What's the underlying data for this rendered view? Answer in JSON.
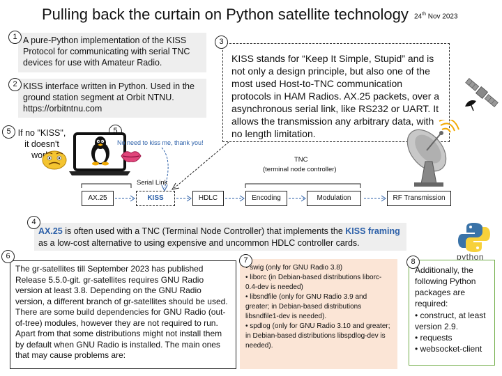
{
  "title": "Pulling back the curtain on Python satellite technology",
  "date": {
    "day": "24",
    "suffix": "th",
    "rest": " Nov 2023"
  },
  "badges": {
    "b1": "1",
    "b2": "2",
    "b3": "3",
    "b4": "4",
    "b5a": "5",
    "b5b": "5",
    "b6": "6",
    "b7": "7",
    "b8": "8"
  },
  "note1": "A pure-Python implementation of the KISS Protocol for communicating with serial TNC devices for use with Amateur Radio.",
  "note2": "KISS interface written in Python. Used in the ground station segment at Orbit NTNU. https://orbitntnu.com",
  "note3": "KISS stands for “Keep It Simple, Stupid” and is not only a design principle, but also one of the most used Host-to-TNC communication protocols in HAM Radios. AX.25 packets, over a asynchronous serial link, like RS232 or UART. It allows the transmission any arbitrary data, with no length limitation.",
  "note5": "If no \"KISS\", it doesn't work!",
  "kiss_reply": "No need to kiss me, thank you!",
  "serial_link": "Serial Link",
  "tnc": {
    "label": "TNC",
    "sublabel": "(terminal node controller)"
  },
  "pipeline": [
    "AX.25",
    "KISS",
    "HDLC",
    "Encoding",
    "Modulation",
    "RF Transmission"
  ],
  "note4": {
    "ax25": "AX.25",
    "middle": " is often used with a TNC (Terminal Node Controller) that implements the ",
    "kiss": "KISS framing",
    "end": " as a low-cost alternative to using expensive and uncommon HDLC controller cards."
  },
  "note6": "The gr-satellites till September 2023 has published Release 5.5.0-git. gr-satellites requires GNU Radio version at least 3.8. Depending on the GNU Radio version, a different branch of gr-satellites should be used. There are some build dependencies for GNU Radio (out-of-tree) modules, however they are not required to run. Apart from that some distributions might not install them by default when GNU Radio is installed. The main ones that may cause problems are:",
  "note7": [
    "• swig (only for GNU Radio 3.8)",
    "• liborc (in Debian-based distributions liborc-0.4-dev is needed)",
    "• libsndfile (only for GNU Radio 3.9 and greater; in Debian-based distributions libsndfile1-dev is needed).",
    "• spdlog (only for GNU Radio 3.10 and greater; in Debian-based distributions libspdlog-dev is needed)."
  ],
  "note8": {
    "intro": "Additionally, the following Python packages are required:",
    "items": [
      "• construct, at least version 2.9.",
      "• requests",
      "• websocket-client"
    ]
  },
  "python_logo": "python",
  "colors": {
    "accent": "#2b5fa8",
    "peach": "#fbe5d6",
    "green": "#70ad47",
    "gray": "#eeeeee"
  },
  "icons": [
    "penguin-icon",
    "laptop-icon",
    "lips-icon",
    "emoji-face-icon",
    "satellite-icon",
    "dish-antenna-icon",
    "python-logo-icon"
  ]
}
